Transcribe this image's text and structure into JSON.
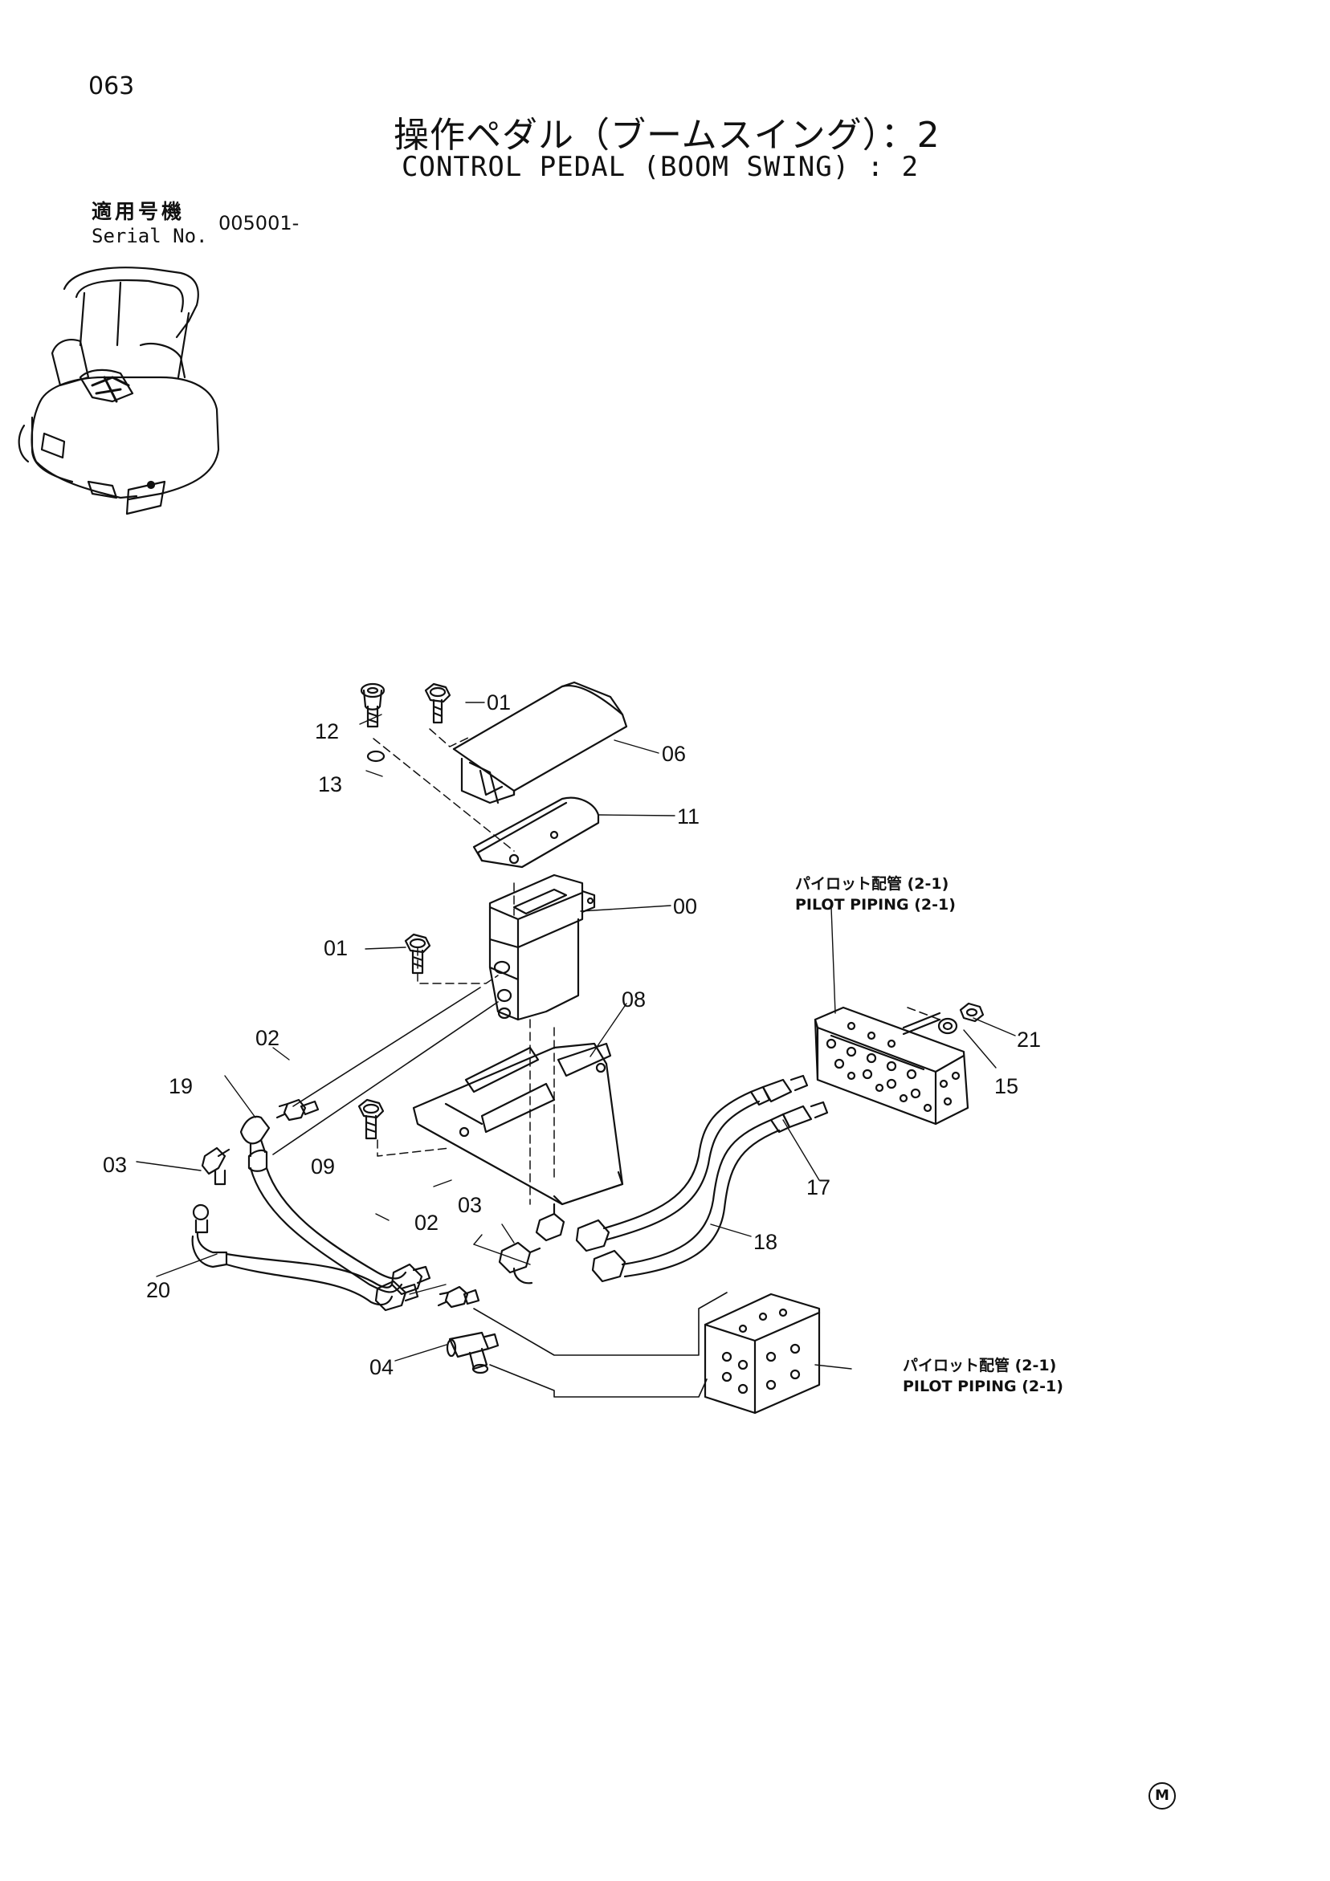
{
  "header": {
    "page_number": "063",
    "title_ja": "操作ペダル（ブームスイング）：2",
    "title_en": "CONTROL PEDAL (BOOM SWING) : 2",
    "serial_label_ja": "適用号機",
    "serial_label_en": "Serial No.",
    "serial_number": "005001-"
  },
  "callouts": {
    "c01a": "01",
    "c01b": "01",
    "c00": "00",
    "c02a": "02",
    "c02b": "02",
    "c03a": "03",
    "c03b": "03",
    "c04": "04",
    "c06": "06",
    "c08": "08",
    "c09": "09",
    "c11": "11",
    "c12": "12",
    "c13": "13",
    "c15": "15",
    "c17": "17",
    "c18": "18",
    "c19": "19",
    "c20": "20",
    "c21": "21"
  },
  "references": {
    "top_ja": "パイロット配管 (2-1)",
    "top_en": "PILOT PIPING (2-1)",
    "bottom_ja": "パイロット配管 (2-1)",
    "bottom_en": "PILOT PIPING (2-1)"
  },
  "footer": {
    "mark": "M"
  }
}
